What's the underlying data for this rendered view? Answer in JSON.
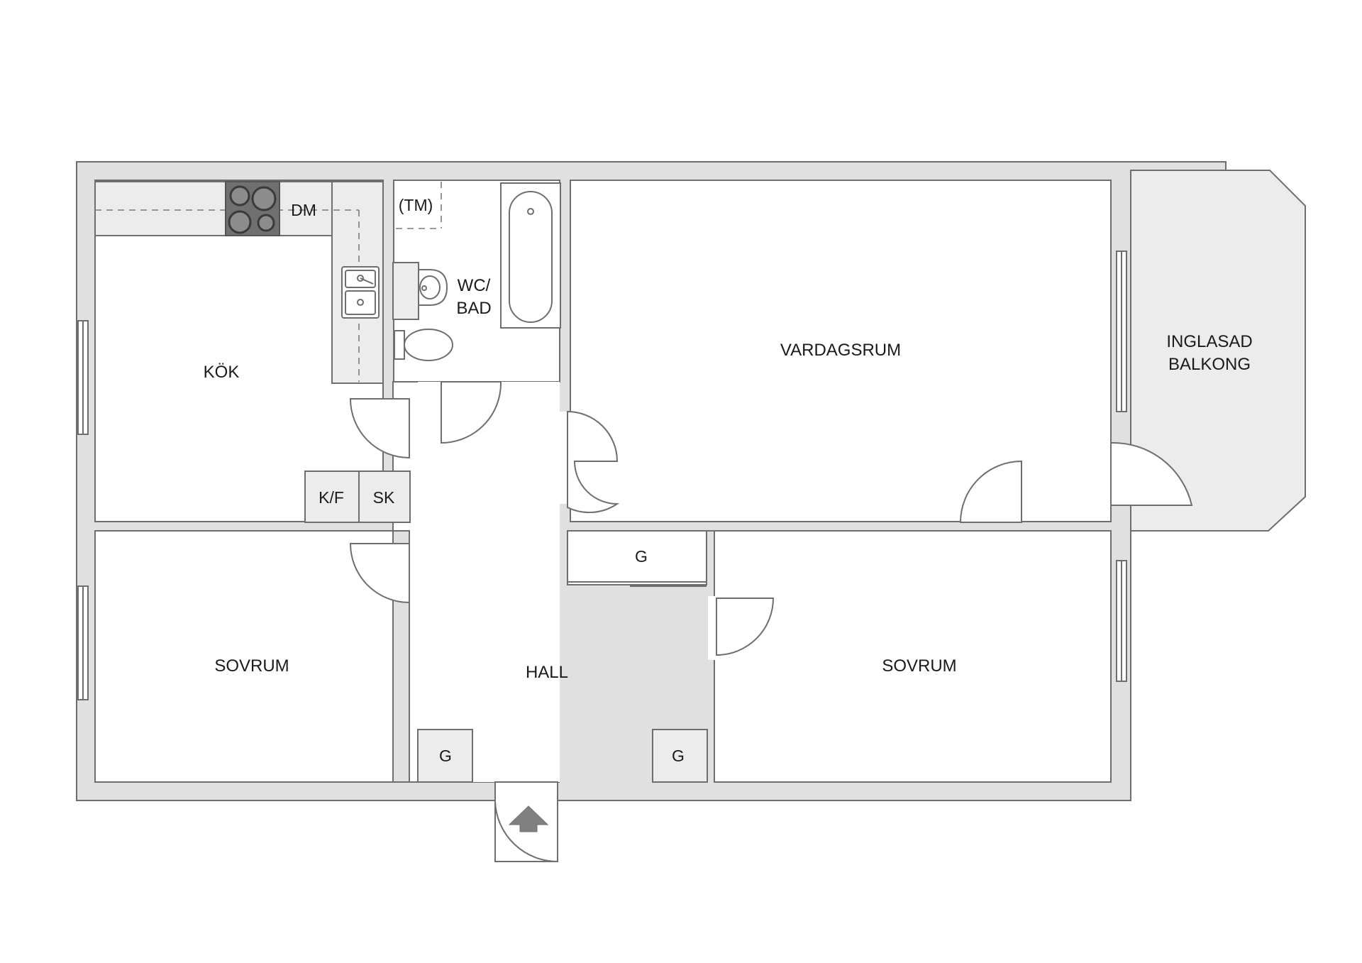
{
  "rooms": {
    "kok": "KÖK",
    "dm": "DM",
    "tm": "(TM)",
    "wc_bad_line1": "WC/",
    "wc_bad_line2": "BAD",
    "vardagsrum": "VARDAGSRUM",
    "balkong_line1": "INGLASAD",
    "balkong_line2": "BALKONG",
    "kf": "K/F",
    "sk": "SK",
    "sovrum_left": "SOVRUM",
    "sovrum_right": "SOVRUM",
    "hall": "HALL",
    "g_top": "G",
    "g_left": "G",
    "g_right": "G"
  },
  "icons": {
    "entrance": "entrance-arrow-icon"
  },
  "colors": {
    "wall_fill": "#e0e0e0",
    "outline": "#6e6e6e",
    "floor": "#ffffff",
    "hob": "#707070"
  }
}
